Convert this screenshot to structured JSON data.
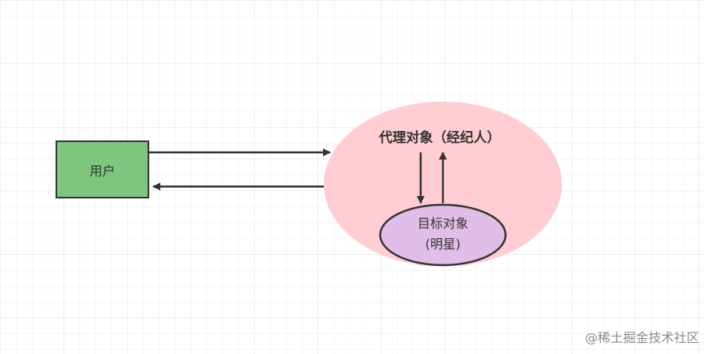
{
  "diagram": {
    "nodes": {
      "user": {
        "label": "用户",
        "fill": "#7dc67d",
        "stroke": "#333333"
      },
      "proxy": {
        "label": "代理对象（经纪人）",
        "fill": "#ffcdd2"
      },
      "target": {
        "line1": "目标对象",
        "line2": "(明星)",
        "fill": "#e1bee7",
        "stroke": "#333333"
      }
    },
    "edges": [
      {
        "from": "user",
        "to": "proxy"
      },
      {
        "from": "proxy",
        "to": "user"
      },
      {
        "from": "proxy",
        "to": "target"
      },
      {
        "from": "target",
        "to": "proxy"
      }
    ],
    "grid_color": "#e8e8e8"
  },
  "watermark": "@稀土掘金技术社区"
}
